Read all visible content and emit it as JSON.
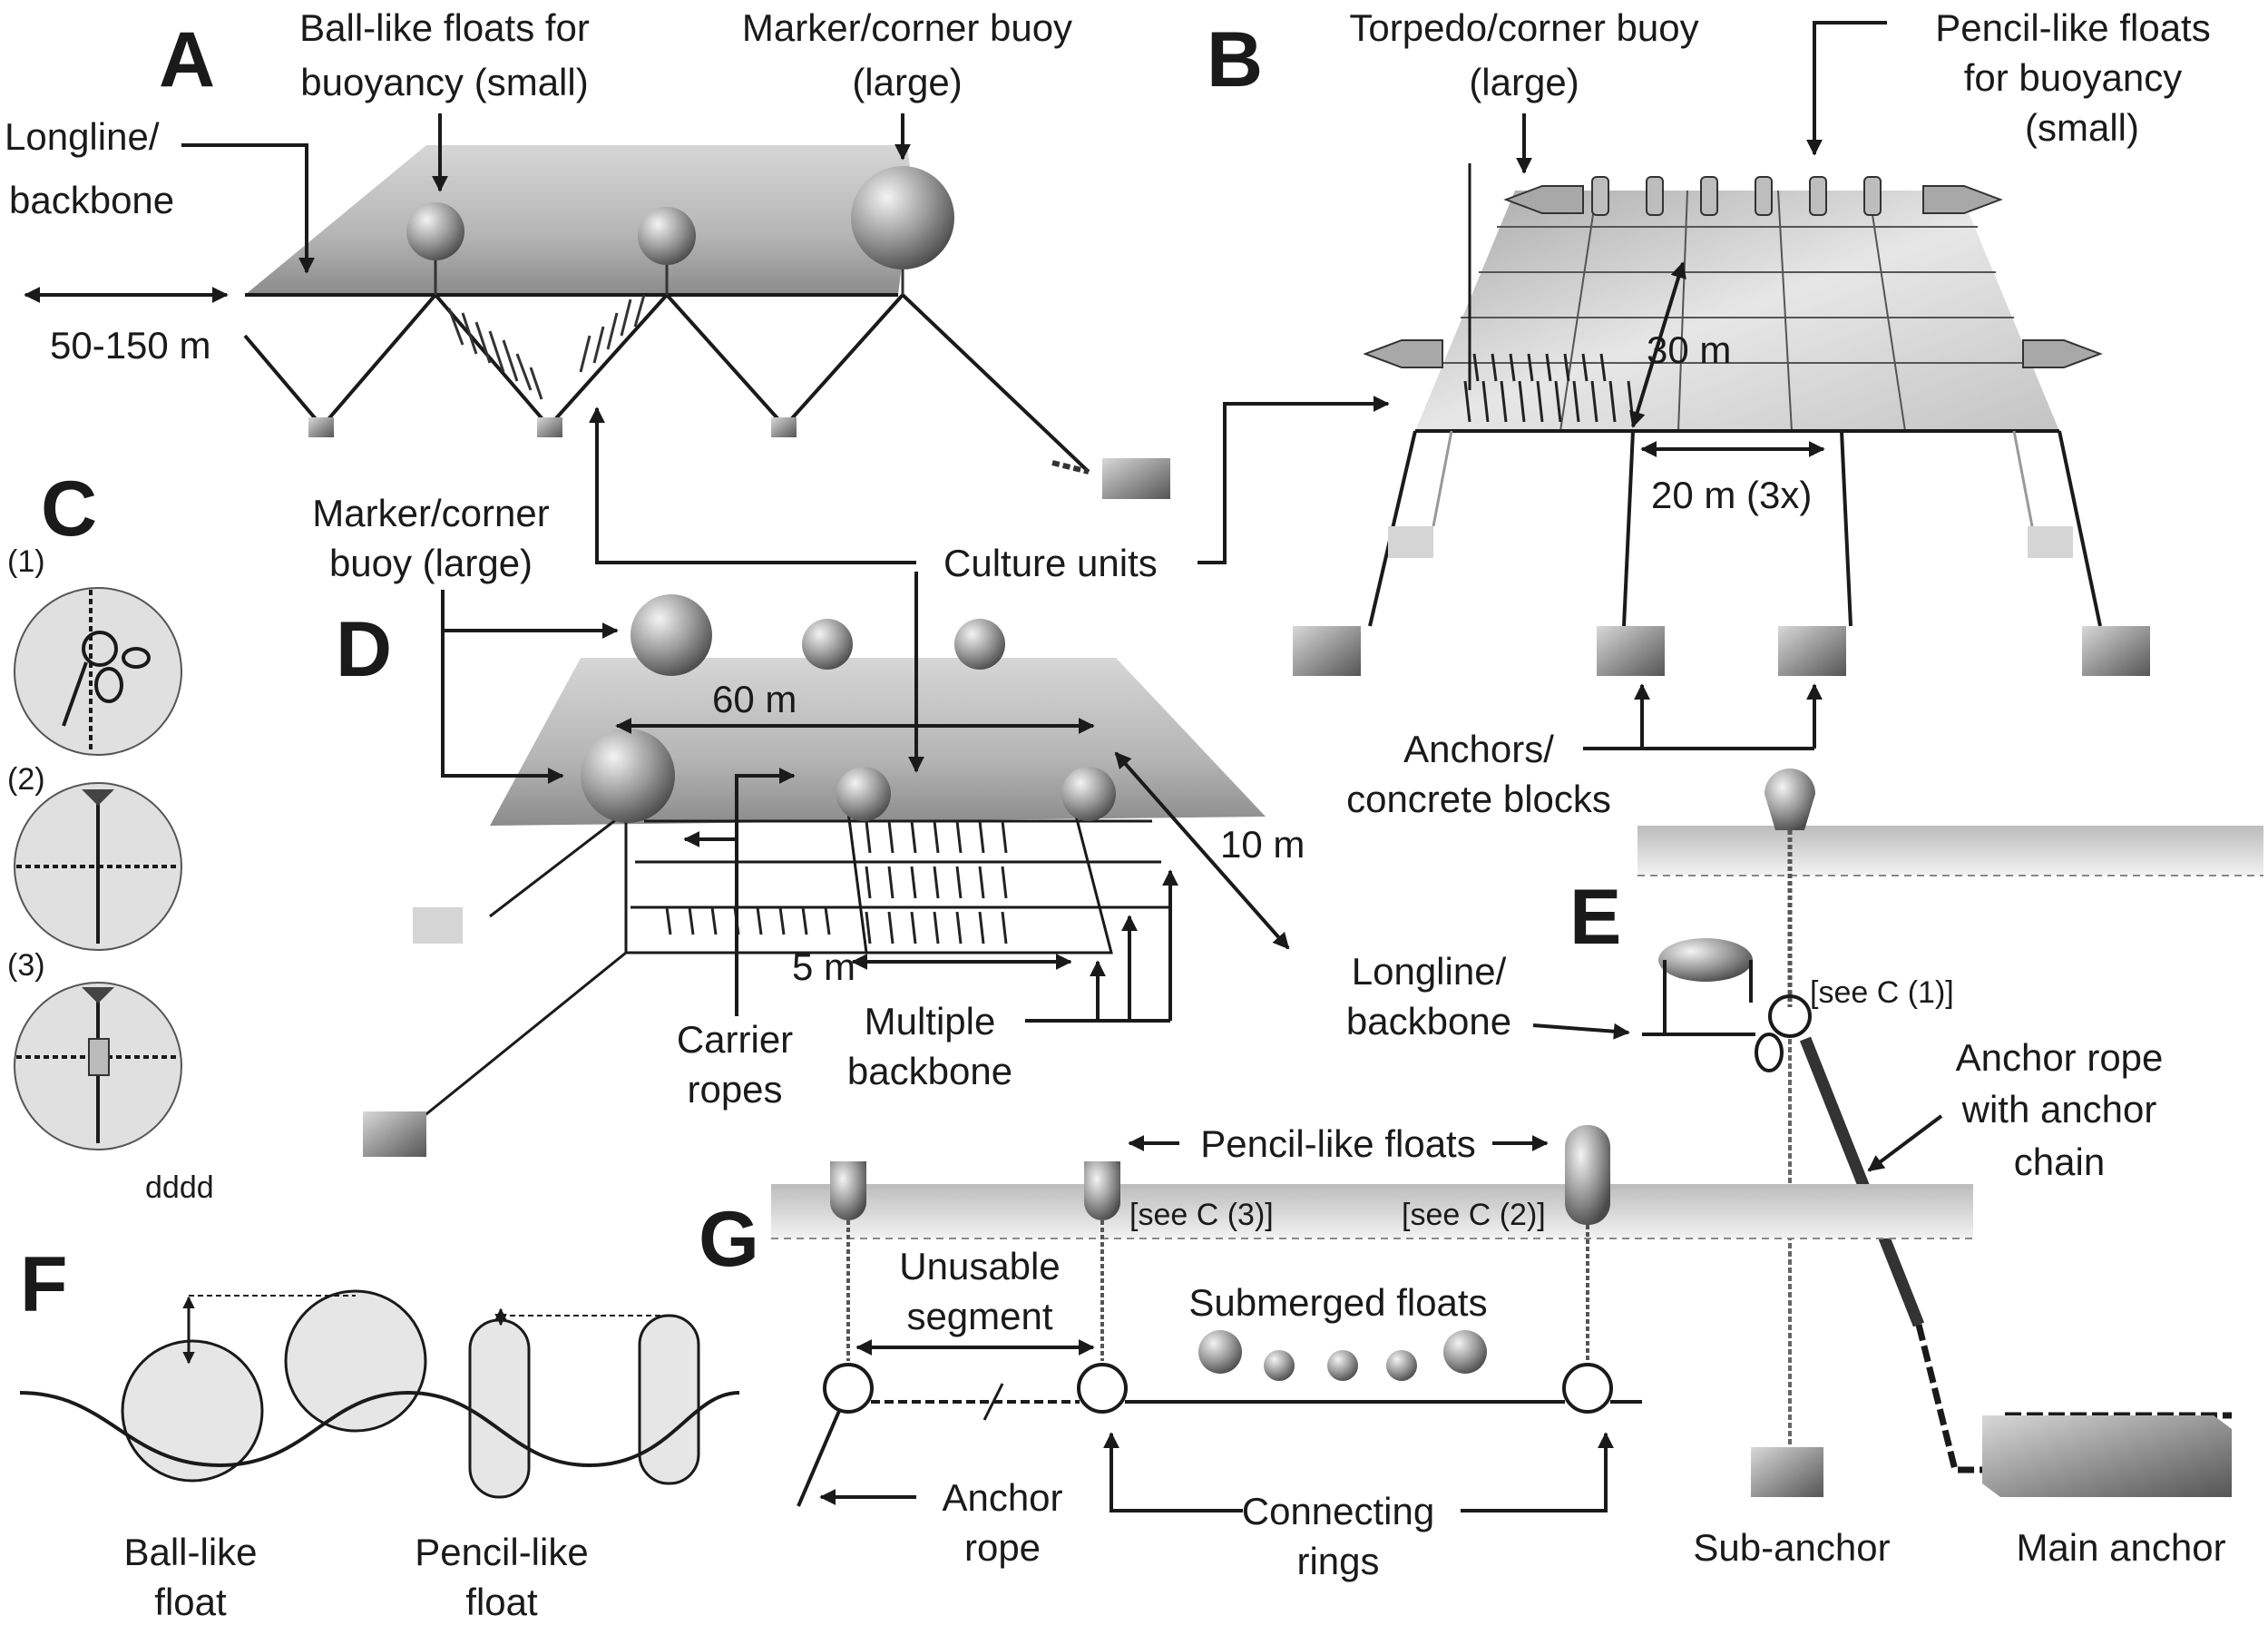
{
  "panels": {
    "A": "A",
    "B": "B",
    "C": "C",
    "D": "D",
    "E": "E",
    "F": "F",
    "G": "G"
  },
  "panel_a": {
    "longline_l1": "Longline/",
    "longline_l2": "backbone",
    "ball_l1": "Ball-like floats for",
    "ball_l2": "buoyancy (small)",
    "marker_l1": "Marker/corner buoy",
    "marker_l2": "(large)",
    "span": "50-150 m"
  },
  "panel_b": {
    "torpedo_l1": "Torpedo/corner buoy",
    "torpedo_l2": "(large)",
    "pencil_l1": "Pencil-like floats",
    "pencil_l2": "for buoyancy",
    "pencil_l3": "(small)",
    "len": "30 m",
    "width": "20 m (3x)",
    "anchors_l1": "Anchors/",
    "anchors_l2": "concrete blocks"
  },
  "panel_c": {
    "n1": "(1)",
    "n2": "(2)",
    "n3": "(3)",
    "stray": "dddd"
  },
  "panel_d": {
    "marker_l1": "Marker/corner",
    "marker_l2": "buoy (large)",
    "culture": "Culture units",
    "len": "60 m",
    "width": "10 m",
    "spacing": "5 m",
    "carrier_l1": "Carrier",
    "carrier_l2": "ropes",
    "multi_l1": "Multiple",
    "multi_l2": "backbone"
  },
  "panel_e": {
    "longline_l1": "Longline/",
    "longline_l2": "backbone",
    "see": "[see C (1)]",
    "rope_l1": "Anchor rope",
    "rope_l2": "with anchor",
    "rope_l3": "chain",
    "sub": "Sub-anchor",
    "main": "Main anchor"
  },
  "panel_f": {
    "ball_l1": "Ball-like",
    "ball_l2": "float",
    "pencil_l1": "Pencil-like",
    "pencil_l2": "float"
  },
  "panel_g": {
    "pencil": "Pencil-like floats",
    "see3": "[see C (3)]",
    "see2": "[see C (2)]",
    "unusable_l1": "Unusable",
    "unusable_l2": "segment",
    "submerged": "Submerged floats",
    "anchor_l1": "Anchor",
    "anchor_l2": "rope",
    "rings_l1": "Connecting",
    "rings_l2": "rings"
  }
}
